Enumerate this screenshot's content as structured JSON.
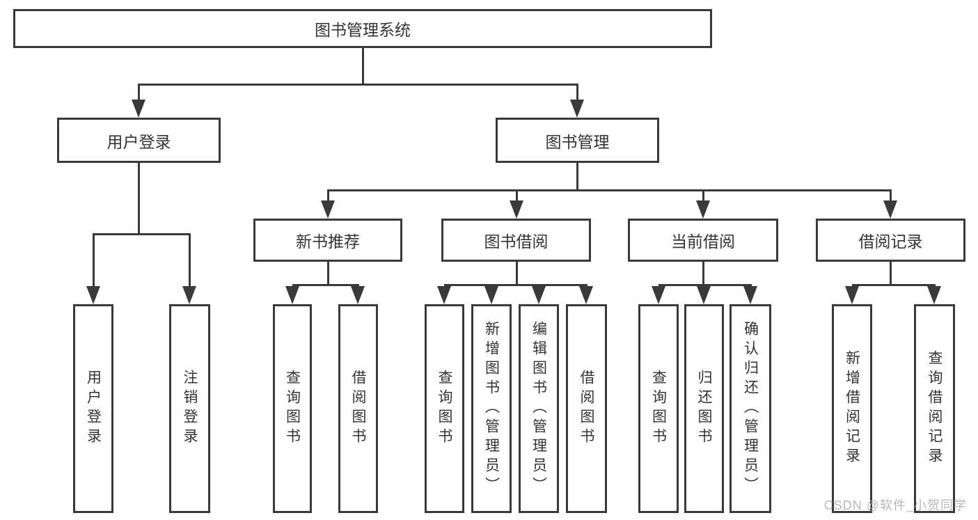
{
  "tree": {
    "root": {
      "label": "图书管理系统",
      "children": [
        {
          "label": "用户登录",
          "children": [
            {
              "label": "用户登录"
            },
            {
              "label": "注销登录"
            }
          ]
        },
        {
          "label": "图书管理",
          "children": [
            {
              "label": "新书推荐",
              "children": [
                {
                  "label": "查询图书"
                },
                {
                  "label": "借阅图书"
                }
              ]
            },
            {
              "label": "图书借阅",
              "children": [
                {
                  "label": "查询图书"
                },
                {
                  "label": "新增图书（管理员）"
                },
                {
                  "label": "编辑图书（管理员）"
                },
                {
                  "label": "借阅图书"
                }
              ]
            },
            {
              "label": "当前借阅",
              "children": [
                {
                  "label": "查询图书"
                },
                {
                  "label": "归还图书"
                },
                {
                  "label": "确认归还（管理员）"
                }
              ]
            },
            {
              "label": "借阅记录",
              "children": [
                {
                  "label": "新增借阅记录"
                },
                {
                  "label": "查询借阅记录"
                }
              ]
            }
          ]
        }
      ]
    }
  },
  "watermark": {
    "text": "CSDN @软件_小贺同学"
  },
  "colors": {
    "line": "#3a3a3a",
    "text": "#333333",
    "background": "#ffffff",
    "watermark": "#a9adb2"
  }
}
